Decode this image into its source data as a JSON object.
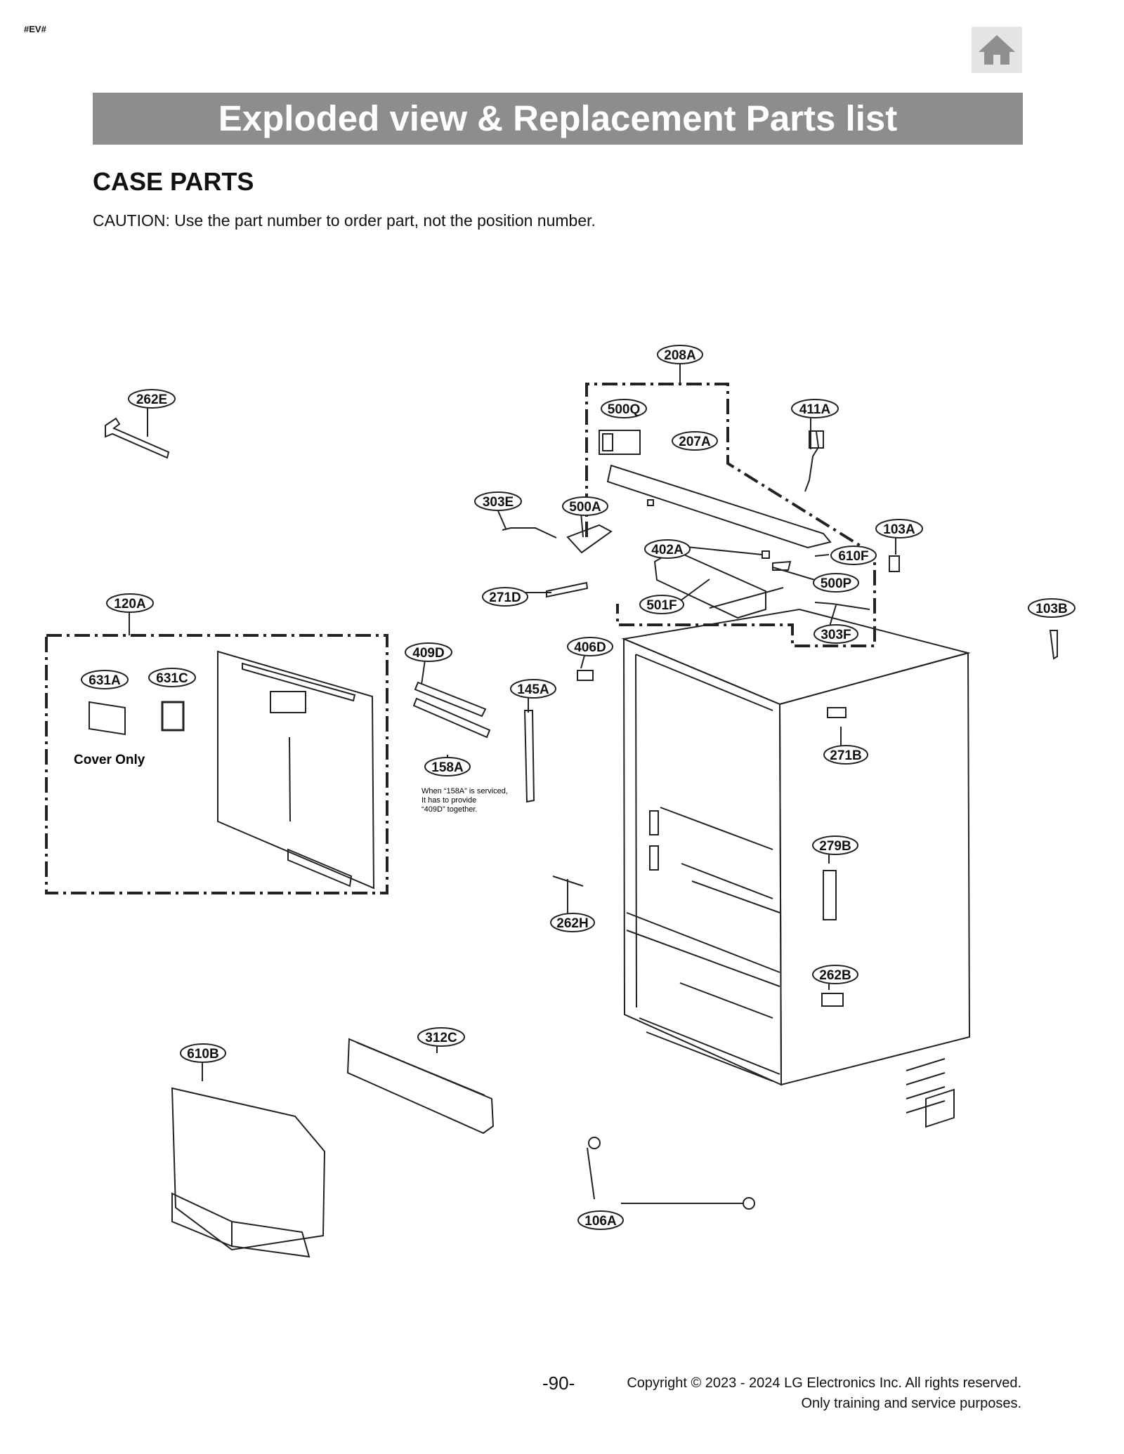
{
  "header": {
    "tag": "#EV#",
    "home_icon": "home-icon",
    "banner_title": "Exploded view & Replacement Parts list"
  },
  "section": {
    "title": "CASE PARTS",
    "caution": "CAUTION: Use the part number to order part, not the position number."
  },
  "diagram": {
    "labels": {
      "p208A": "208A",
      "p262E": "262E",
      "p500Q": "500Q",
      "p207A": "207A",
      "p411A": "411A",
      "p303E": "303E",
      "p500A": "500A",
      "p103A": "103A",
      "p402A": "402A",
      "p610F": "610F",
      "p500P": "500P",
      "p271D": "271D",
      "p501F": "501F",
      "p120A": "120A",
      "p103B": "103B",
      "p303F": "303F",
      "p409D": "409D",
      "p406D": "406D",
      "p631A": "631A",
      "p631C": "631C",
      "p145A": "145A",
      "p271B": "271B",
      "p158A": "158A",
      "p279B": "279B",
      "p262H": "262H",
      "p262B": "262B",
      "p312C": "312C",
      "p610B": "610B",
      "p106A": "106A"
    },
    "cover_only": "Cover Only",
    "note_158A": [
      "When “158A” is serviced,",
      "It has to provide",
      "“409D” together."
    ]
  },
  "footer": {
    "page_number": "-90-",
    "copyright": "Copyright © 2023 - 2024 LG Electronics Inc. All rights reserved.",
    "purpose": "Only training and service purposes."
  }
}
